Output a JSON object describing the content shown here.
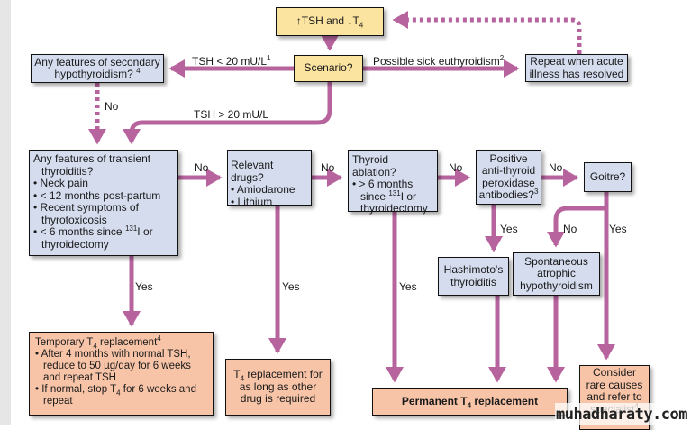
{
  "colors": {
    "arrow": "#b7649e",
    "start_fill": "#fbe3a0",
    "question_fill": "#d4dcee",
    "outcome_fill": "#f8c4a8"
  },
  "nodes": {
    "start": {
      "pre": "↑TSH and ↓T",
      "sub": "4"
    },
    "scenario": "Scenario?",
    "secondary": {
      "line1": "Any features of secondary",
      "line2": "hypothyroidism?",
      "sup": "4"
    },
    "repeat": {
      "line1": "Repeat when acute",
      "line2": "illness has resolved"
    },
    "transient": {
      "title1": "Any features of transient",
      "title2": "thyroiditis?",
      "bullets": [
        "Neck pain",
        "< 12 months post-partum",
        "Recent symptoms of thyrotoxicosis"
      ],
      "last_pre": "< 6 months since ",
      "last_sup": "131",
      "last_post": "I or thyroidectomy"
    },
    "drugs": {
      "title": "Relevant drugs?",
      "bullets": [
        "Amiodarone",
        "Lithium"
      ]
    },
    "ablation": {
      "title": "Thyroid ablation?",
      "b_pre": "> 6 months since ",
      "b_sup": "131",
      "b_post": "I or thyroidectomy"
    },
    "antibodies": {
      "line1": "Positive",
      "line2": "anti-thyroid",
      "line3": "peroxidase",
      "line4": "antibodies?",
      "sup": "3"
    },
    "goitre": "Goitre?",
    "hashimoto": {
      "line1": "Hashimoto's",
      "line2": "thyroiditis"
    },
    "spontaneous": {
      "line1": "Spontaneous",
      "line2": "atrophic",
      "line3": "hypothyroidism"
    },
    "temporary": {
      "title_pre": "Temporary T",
      "title_sub": "4",
      "title_post": " replacement",
      "title_sup": "4",
      "b1": "After 4 months with normal TSH, reduce to 50 µg/day for 6 weeks and repeat TSH",
      "b2_pre": "If normal, stop T",
      "b2_sub": "4",
      "b2_post": " for 6 weeks and repeat"
    },
    "t4_drug": {
      "pre": "T",
      "sub": "4",
      "post": " replacement for as long as other drug is required"
    },
    "permanent": {
      "pre": "Permanent T",
      "sub": "4",
      "post": " replacement"
    },
    "rare": {
      "text": "Consider rare causes and refer to specialist",
      "sup": "4"
    }
  },
  "edges": {
    "tsh_low": "TSH < 20 mU/L",
    "tsh_low_sup": "1",
    "sick": "Possible sick euthyroidism",
    "sick_sup": "2",
    "tsh_high": "TSH > 20 mU/L",
    "no": "No",
    "yes": "Yes"
  },
  "watermark": "muhadharaty.com"
}
